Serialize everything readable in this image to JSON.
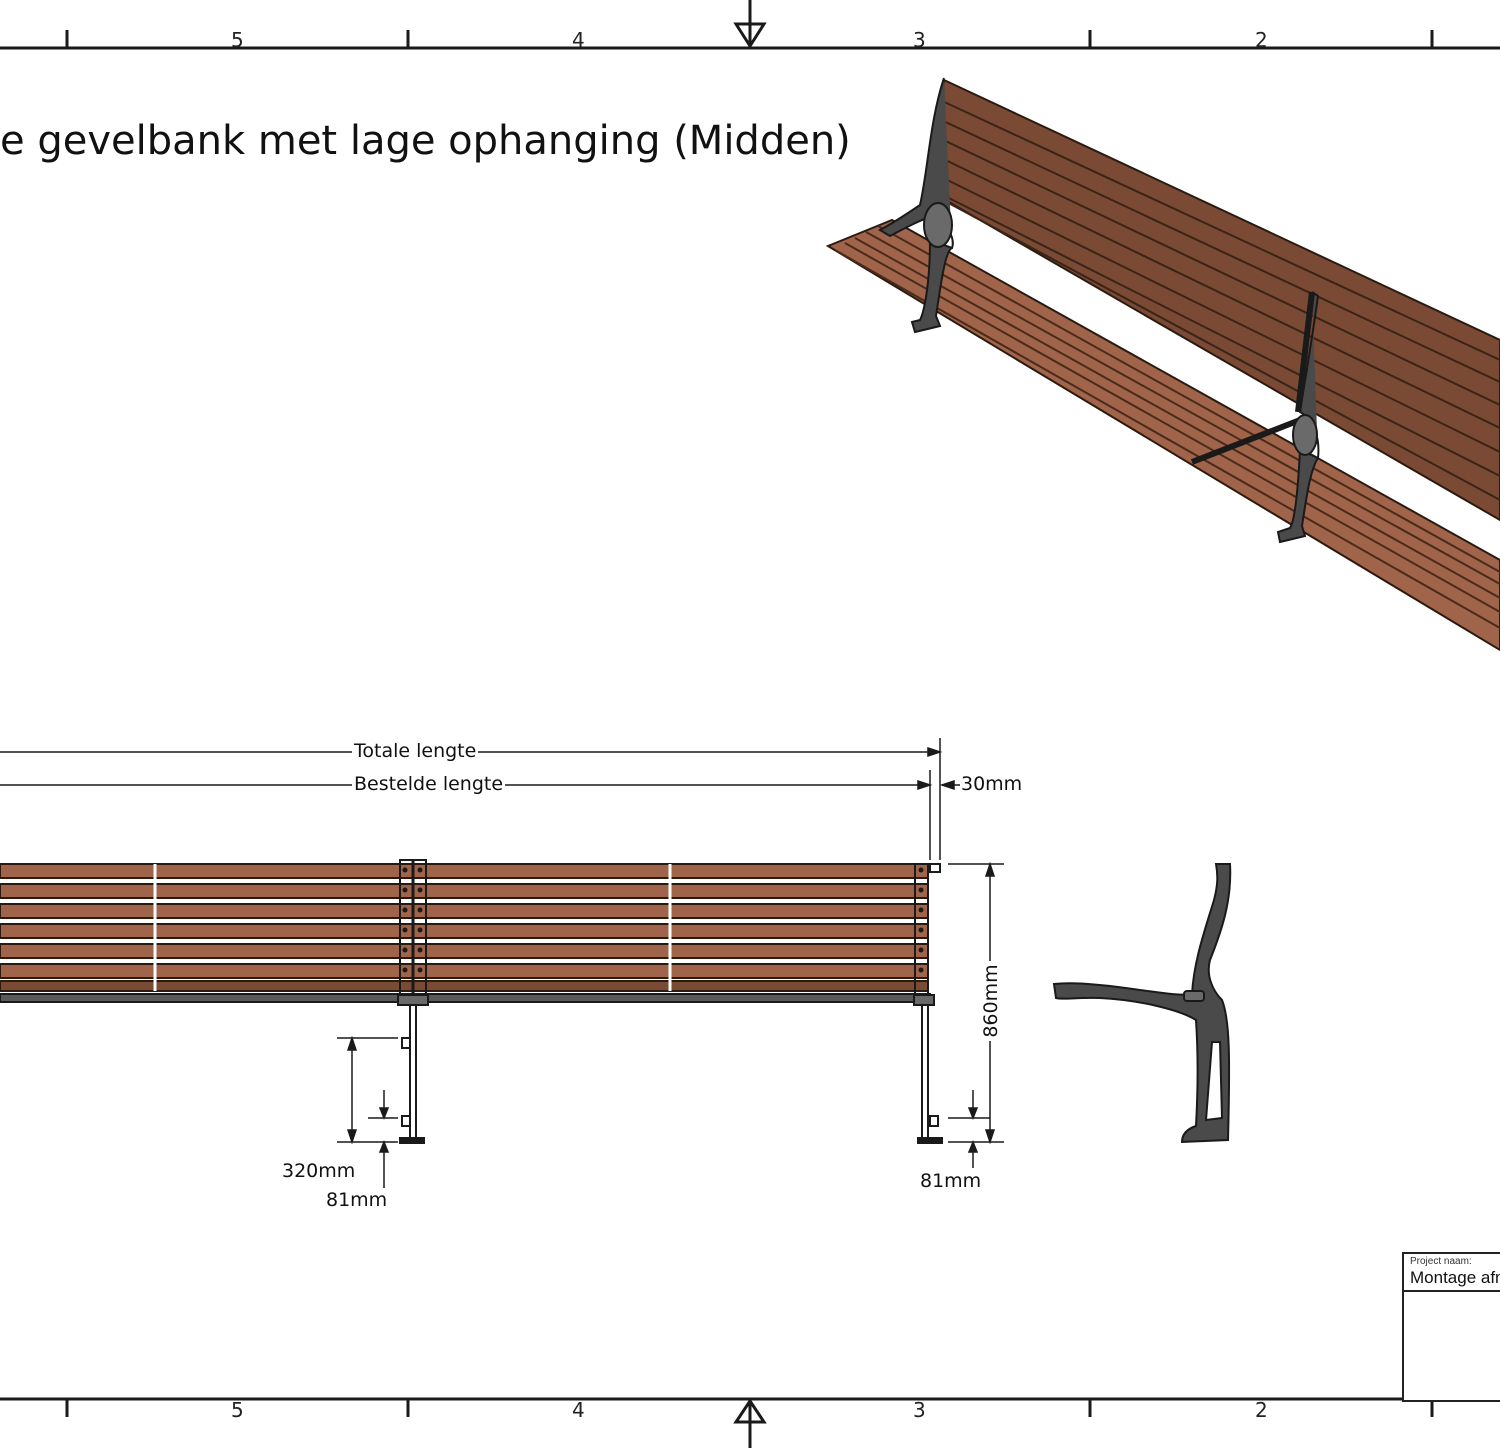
{
  "drawing": {
    "title": "e gevelbank met lage ophanging (Midden)",
    "zones_top": [
      "5",
      "4",
      "3",
      "2"
    ],
    "zones_bottom": [
      "5",
      "4",
      "3",
      "2"
    ]
  },
  "dimensions": {
    "total_length": "Totale lengte",
    "ordered_length": "Bestelde lengte",
    "end_offset": "30mm",
    "height": "860mm",
    "mount_height": "320mm",
    "foot_left": "81mm",
    "foot_right": "81mm"
  },
  "title_block": {
    "project_label": "Project naam:",
    "project_value": "Montage afn"
  },
  "colors": {
    "wood": "#a0644a",
    "wood_dark": "#7a4a34",
    "iron": "#4a4a4a",
    "line": "#1a1a1a"
  }
}
